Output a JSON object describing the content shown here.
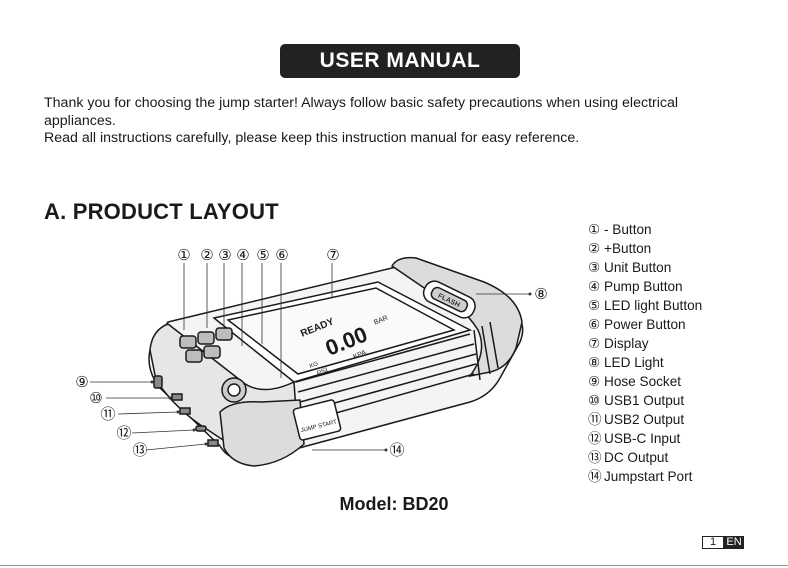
{
  "header": {
    "title": "USER MANUAL"
  },
  "intro": {
    "line1": "Thank you for choosing the jump starter! Always follow basic safety precautions when using electrical appliances.",
    "line2": "Read all instructions carefully, please keep this instruction manual for easy reference."
  },
  "section": {
    "title": "A. PRODUCT LAYOUT"
  },
  "callouts": [
    "①",
    "②",
    "③",
    "④",
    "⑤",
    "⑥",
    "⑦",
    "⑧",
    "⑨",
    "⑩",
    "⑪",
    "⑫",
    "⑬",
    "⑭"
  ],
  "legend": [
    {
      "num": "①",
      "label": "- Button"
    },
    {
      "num": "②",
      "label": "+Button"
    },
    {
      "num": "③",
      "label": "Unit Button"
    },
    {
      "num": "④",
      "label": "Pump Button"
    },
    {
      "num": "⑤",
      "label": "LED light Button"
    },
    {
      "num": "⑥",
      "label": "Power Button"
    },
    {
      "num": "⑦",
      "label": "Display"
    },
    {
      "num": "⑧",
      "label": "LED Light"
    },
    {
      "num": "⑨",
      "label": "Hose Socket"
    },
    {
      "num": "⑩",
      "label": "USB1 Output"
    },
    {
      "num": "⑪",
      "label": "USB2 Output"
    },
    {
      "num": "⑫",
      "label": "USB-C Input"
    },
    {
      "num": "⑬",
      "label": "DC Output"
    },
    {
      "num": "⑭",
      "label": "Jumpstart Port"
    }
  ],
  "device": {
    "display_reading": "0.00",
    "display_status": "READY",
    "unit_bar": "BAR",
    "unit_kpa": "KPA",
    "unit_psi": "PSI",
    "unit_kg": "KG",
    "port_label": "JUMP START",
    "lamp_label": "FLASH"
  },
  "model": {
    "text": "Model: BD20"
  },
  "footer": {
    "page_number": "1",
    "language": "EN"
  }
}
